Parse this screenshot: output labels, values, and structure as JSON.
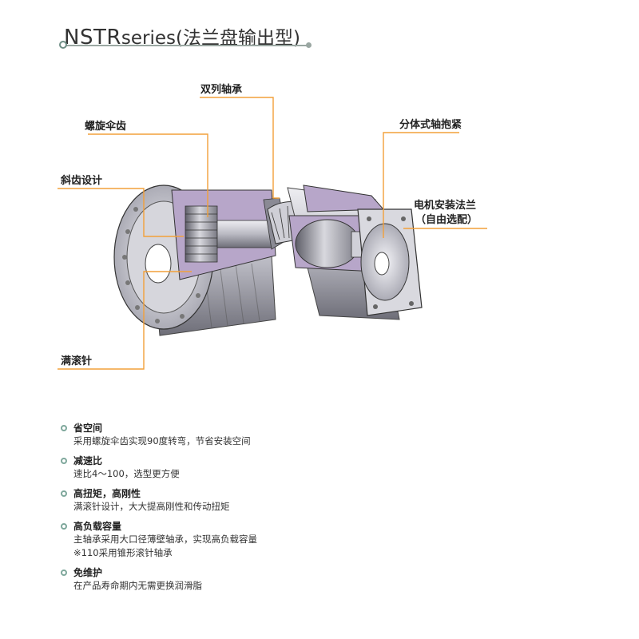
{
  "header": {
    "title_main": "NSTR",
    "title_series": "series(法兰盘输出型)"
  },
  "labels": {
    "double_row_bearing": "双列轴承",
    "spiral_bevel_gear": "螺旋伞齿",
    "split_shaft_clamp": "分体式轴抱紧",
    "helical_gear_design": "斜齿设计",
    "motor_flange_line1": "电机安装法兰",
    "motor_flange_line2": "（自由选配）",
    "full_needle_roller": "满滚针"
  },
  "features": [
    {
      "title": "省空间",
      "lines": [
        "采用螺旋伞齿实现90度转弯，节省安装空间"
      ]
    },
    {
      "title": "减速比",
      "lines": [
        "速比4～100，选型更方便"
      ]
    },
    {
      "title": "高扭矩，高刚性",
      "lines": [
        "满滚针设计，大大提高刚性和传动扭矩"
      ]
    },
    {
      "title": "高负载容量",
      "lines": [
        "主轴承采用大口径薄壁轴承，实现高负载容量",
        "※110采用锥形滚针轴承"
      ]
    },
    {
      "title": "免维护",
      "lines": [
        "在产品寿命期内无需更换润滑脂"
      ]
    }
  ],
  "colors": {
    "leader_line": "#f2a03a",
    "accent_circle": "#7fa89c",
    "housing_cut": "#b7a6c9",
    "metal": "#c9c9cf"
  }
}
